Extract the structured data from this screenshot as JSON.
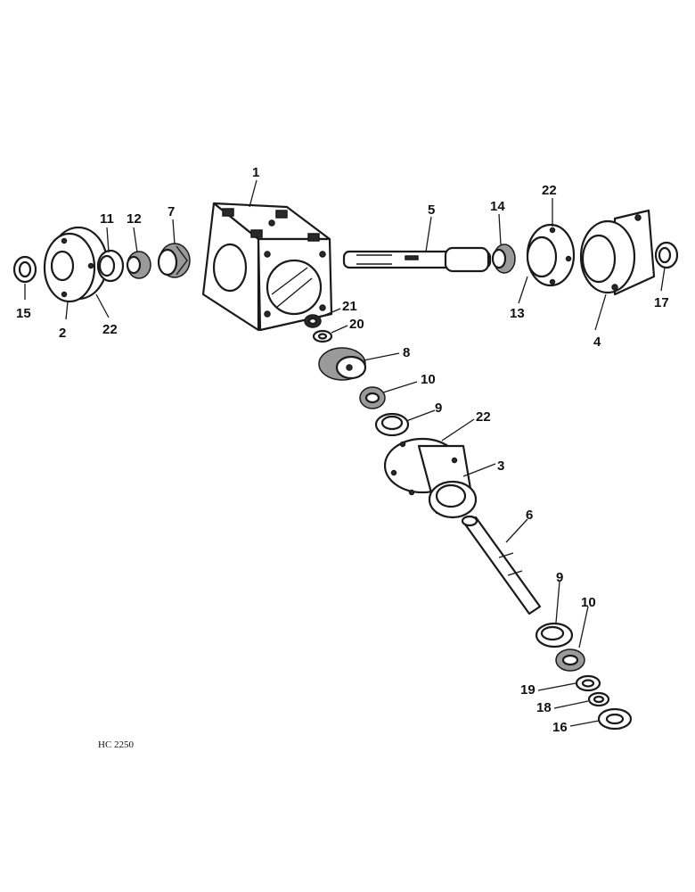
{
  "diagram": {
    "drawing_number": "HC 2250",
    "callouts": [
      "1",
      "2",
      "3",
      "4",
      "5",
      "6",
      "7",
      "8",
      "9",
      "9",
      "10",
      "10",
      "11",
      "12",
      "13",
      "14",
      "15",
      "16",
      "17",
      "18",
      "19",
      "20",
      "21",
      "22",
      "22",
      "22"
    ]
  }
}
